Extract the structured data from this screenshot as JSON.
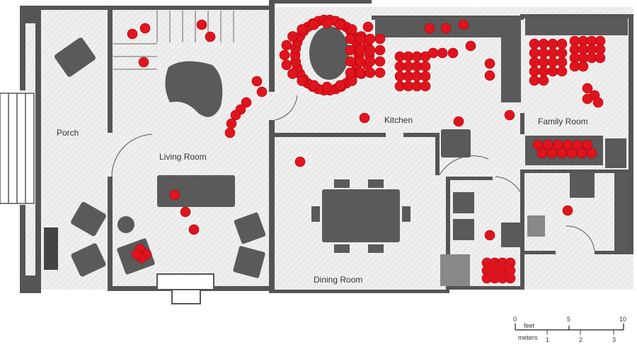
{
  "rooms": {
    "porch": "Porch",
    "living_room": "Living Room",
    "kitchen": "Kitchen",
    "family_room": "Family Room",
    "dining_room": "Dining Room"
  },
  "scale": {
    "feet_label": "feet",
    "meters_label": "meters",
    "feet_ticks": [
      "0",
      "5",
      "10"
    ],
    "meter_ticks": [
      "1",
      "2",
      "3"
    ]
  },
  "colors": {
    "wall": "#555555",
    "floor": "#ececec",
    "furniture": "#5a5a5a",
    "marker": "#e0141e"
  }
}
